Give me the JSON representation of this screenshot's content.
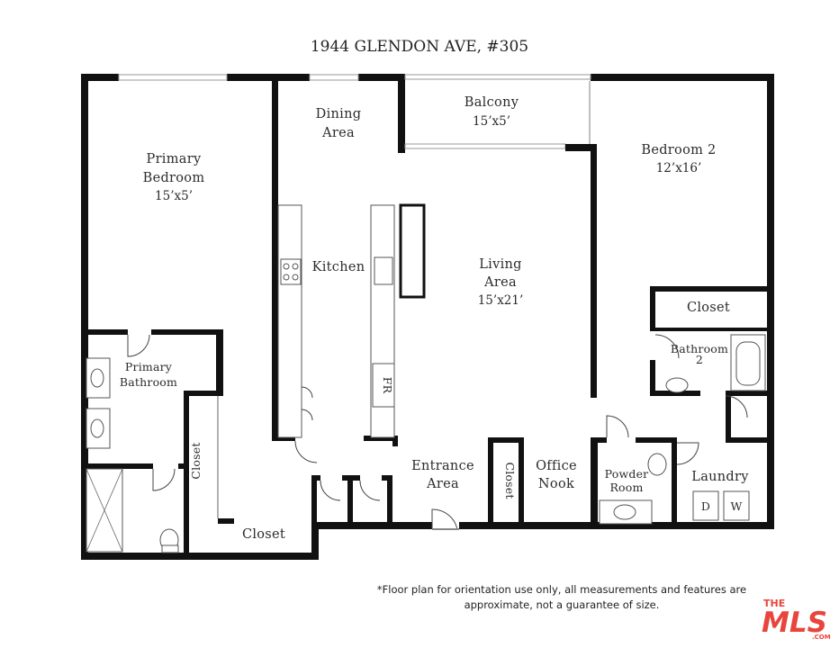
{
  "title": "1944 GLENDON AVE, #305",
  "rooms": {
    "primary_bedroom": {
      "line1": "Primary",
      "line2": "Bedroom",
      "dims": "15’x5’"
    },
    "dining_area": {
      "line1": "Dining",
      "line2": "Area"
    },
    "balcony": {
      "line1": "Balcony",
      "dims": "15’x5’"
    },
    "bedroom_2": {
      "line1": "Bedroom 2",
      "dims": "12’x16’"
    },
    "kitchen": {
      "line1": "Kitchen"
    },
    "fridge": {
      "label": "FR"
    },
    "living_area": {
      "line1": "Living",
      "line2": "Area",
      "dims": "15’x21’"
    },
    "closet_bedroom2": {
      "label": "Closet"
    },
    "bathroom_2": {
      "line1": "Bathroom",
      "line2": "2"
    },
    "primary_bathroom": {
      "line1": "Primary",
      "line2": "Bathroom"
    },
    "closet_vertical_left": {
      "label": "Closet"
    },
    "closet_bottom": {
      "label": "Closet"
    },
    "entrance_area": {
      "line1": "Entrance",
      "line2": "Area"
    },
    "closet_entrance": {
      "label": "Closet"
    },
    "office_nook": {
      "line1": "Office",
      "line2": "Nook"
    },
    "powder_room": {
      "line1": "Powder",
      "line2": "Room"
    },
    "laundry": {
      "line1": "Laundry",
      "dryer": "D",
      "washer": "W"
    }
  },
  "footnote": {
    "line1": "*Floor plan for orientation use only, all measurements and features are",
    "line2": "approximate, not a guarantee of size."
  },
  "logo": {
    "top": "THE",
    "main": "MLS",
    "small": ".COM",
    "color": "#e8453c"
  }
}
